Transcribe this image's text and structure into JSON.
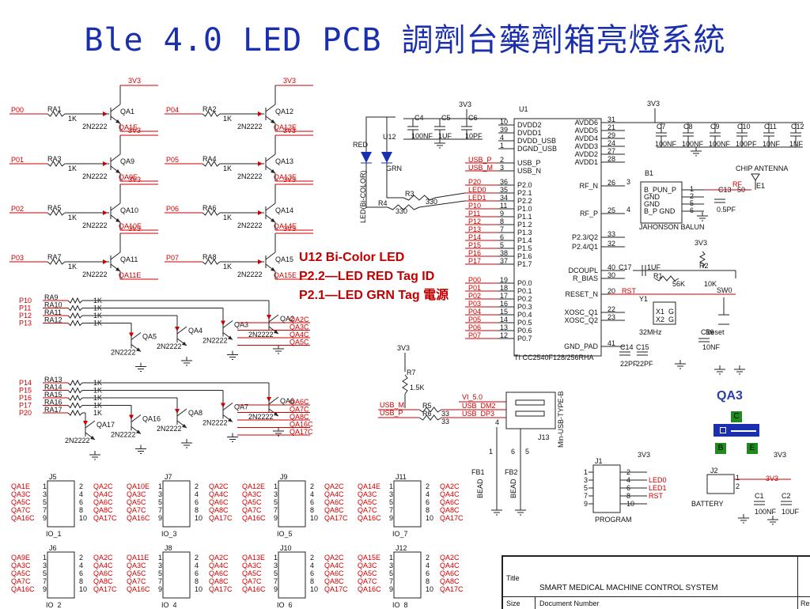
{
  "page": {
    "title": "Ble 4.0 LED PCB 調劑台藥劑箱亮燈系統"
  },
  "annotation": {
    "line1": "U12 Bi-Color LED",
    "line2": "P2.2—LED RED Tag  ID",
    "line3": "P2.1—LED GRN Tag 電源"
  },
  "qa3_inset": {
    "title": "QA3",
    "pin_c": "C",
    "pin_b": "B",
    "pin_e": "E"
  },
  "title_block": {
    "title_caption": "Title",
    "title_value": "SMART MEDICAL MACHINE CONTROL SYSTEM",
    "size_caption": "Size",
    "docnum_caption": "Document Number",
    "rev_caption": "Re"
  },
  "power_net": "3V3",
  "transistor_part": "2N2222",
  "resistor_value": "1K",
  "drivers": [
    {
      "port": "P00",
      "res": "RA1",
      "q": "QA1",
      "out": "QA1E"
    },
    {
      "port": "P04",
      "res": "RA2",
      "q": "QA12",
      "out": "QA12E"
    },
    {
      "port": "P01",
      "res": "RA3",
      "q": "QA9",
      "out": "QA9E"
    },
    {
      "port": "P05",
      "res": "RA4",
      "q": "QA13",
      "out": "QA13E"
    },
    {
      "port": "P02",
      "res": "RA5",
      "q": "QA10",
      "out": "QA10E"
    },
    {
      "port": "P06",
      "res": "RA6",
      "q": "QA14",
      "out": "QA14E"
    },
    {
      "port": "P03",
      "res": "RA7",
      "q": "QA11",
      "out": "QA11E"
    },
    {
      "port": "P07",
      "res": "RA8",
      "q": "QA15",
      "out": "QA15E"
    }
  ],
  "bank1": {
    "ports": [
      "P10",
      "P11",
      "P12",
      "P13"
    ],
    "res": [
      "RA9",
      "RA10",
      "RA11",
      "RA12"
    ],
    "q": [
      "QA2",
      "QA3",
      "QA4",
      "QA5"
    ],
    "outs": [
      "QA2C",
      "QA3C",
      "QA4C",
      "QA5C"
    ]
  },
  "bank2": {
    "ports": [
      "P14",
      "P15",
      "P16",
      "P17",
      "P20"
    ],
    "res": [
      "RA13",
      "RA14",
      "RA15",
      "RA16",
      "RA17"
    ],
    "q": [
      "QA6",
      "QA7",
      "QA8",
      "QA16",
      "QA17"
    ],
    "outs": [
      "QA6C",
      "QA7C",
      "QA8C",
      "QA16C",
      "QA17C"
    ]
  },
  "mcu": {
    "ref": "U1",
    "part": "TI CC2540F128/256RHA",
    "left_pins": [
      {
        "name": "DVDD2",
        "num": "10"
      },
      {
        "name": "DVDD1",
        "num": "39"
      },
      {
        "name": "DVDD_USB",
        "num": "4"
      },
      {
        "name": "DGND_USB",
        "num": "1"
      },
      {
        "name": "USB_P",
        "num": "2"
      },
      {
        "name": "USB_N",
        "num": "3"
      },
      {
        "name": "P2.0",
        "num": "36"
      },
      {
        "name": "P2.1",
        "num": "35"
      },
      {
        "name": "P2.2",
        "num": "34"
      },
      {
        "name": "P1.0",
        "num": "11"
      },
      {
        "name": "P1.1",
        "num": "9"
      },
      {
        "name": "P1.2",
        "num": "8"
      },
      {
        "name": "P1.3",
        "num": "7"
      },
      {
        "name": "P1.4",
        "num": "6"
      },
      {
        "name": "P1.5",
        "num": "5"
      },
      {
        "name": "P1.6",
        "num": "38"
      },
      {
        "name": "P1.7",
        "num": "37"
      },
      {
        "name": "P0.0",
        "num": "19"
      },
      {
        "name": "P0.1",
        "num": "18"
      },
      {
        "name": "P0.2",
        "num": "17"
      },
      {
        "name": "P0.3",
        "num": "16"
      },
      {
        "name": "P0.4",
        "num": "15"
      },
      {
        "name": "P0.5",
        "num": "14"
      },
      {
        "name": "P0.6",
        "num": "13"
      },
      {
        "name": "P0.7",
        "num": "12"
      }
    ],
    "left_nets": [
      "",
      "",
      "",
      "",
      "USB_P",
      "USB_M",
      "P20",
      "LED0",
      "LED1",
      "P10",
      "P11",
      "P12",
      "P13",
      "P14",
      "P15",
      "P16",
      "P17",
      "P00",
      "P01",
      "P02",
      "P03",
      "P04",
      "P05",
      "P06",
      "P07"
    ],
    "right_pins": [
      {
        "name": "AVDD6",
        "num": "31"
      },
      {
        "name": "AVDD5",
        "num": "21"
      },
      {
        "name": "AVDD4",
        "num": "29"
      },
      {
        "name": "AVDD3",
        "num": "24"
      },
      {
        "name": "AVDD2",
        "num": "27"
      },
      {
        "name": "AVDD1",
        "num": "28"
      },
      {
        "name": "RF_N",
        "num": "26"
      },
      {
        "name": "RF_P",
        "num": "25"
      },
      {
        "name": "P2.3/Q2",
        "num": "33"
      },
      {
        "name": "P2.4/Q1",
        "num": "32"
      },
      {
        "name": "DCOUPL",
        "num": "40"
      },
      {
        "name": "R_BIAS",
        "num": "30"
      },
      {
        "name": "RESET_N",
        "num": "20"
      },
      {
        "name": "XOSC_Q1",
        "num": "22"
      },
      {
        "name": "XOSC_Q2",
        "num": "23"
      },
      {
        "name": "GND_PAD",
        "num": "41"
      }
    ]
  },
  "caps_top_left": [
    {
      "ref": "C4",
      "val": "100NF"
    },
    {
      "ref": "C5",
      "val": "1UF"
    },
    {
      "ref": "C6",
      "val": "10PF"
    }
  ],
  "caps_top_right": [
    {
      "ref": "C7",
      "val": "100NF"
    },
    {
      "ref": "C8",
      "val": "100NF"
    },
    {
      "ref": "C9",
      "val": "100NF"
    },
    {
      "ref": "C10",
      "val": "100PF"
    },
    {
      "ref": "C11",
      "val": "10NF"
    },
    {
      "ref": "C12",
      "val": "1NF"
    }
  ],
  "led": {
    "ref": "U12",
    "label": "LED(Bi-COLOR)",
    "red": "RED",
    "grn": "GRN",
    "r3": "R3",
    "r3v": "330",
    "r4": "R4",
    "r4v": "330"
  },
  "balun": {
    "ref": "B1",
    "pins": [
      "B_PUN_P",
      "GND",
      "GND",
      "B_P GND"
    ],
    "nums": [
      "1",
      "2",
      "5",
      "6"
    ],
    "inner": [
      "3",
      "4"
    ],
    "part": "JAHONSON BALUN",
    "c13": "C13",
    "c13v": "0.5PF",
    "c13n": "50",
    "rf": "RF",
    "antenna_ref": "E1",
    "antenna": "CHIP ANTENNA"
  },
  "misc": {
    "c17": "C17",
    "c17v": "1UF",
    "r1": "R1",
    "r1v": "56K",
    "r2": "R2",
    "r2v": "10K",
    "rst": "RST",
    "sw": "SW0",
    "c16": "C16",
    "c16v": "10NF",
    "reset": "Reset",
    "y1": "Y1",
    "xtal": "32MHz",
    "x1": "X1",
    "x2": "X2",
    "g": "G",
    "c14": "C14",
    "c15": "C15",
    "c14v": "22PF",
    "c15v": "22PF"
  },
  "usb": {
    "r7": "R7",
    "r7v": "1.5K",
    "r5": "R5",
    "r6": "R6",
    "rv": "33",
    "usb_m": "USB_M",
    "usb_p": "USB_P",
    "vi": "VI_5.0",
    "dm": "USB_DM2",
    "dp": "USB_DP3",
    "conn": "Min-USB-TYPE-B",
    "j13": "J13",
    "fb1": "FB1",
    "fb2": "FB2",
    "bead": "BEAD",
    "p1": "1",
    "p4": "4",
    "p6": "6",
    "p5": "5"
  },
  "program": {
    "ref": "J1",
    "label": "PROGRAM",
    "left": [
      "1",
      "3",
      "5",
      "7",
      "9"
    ],
    "right": [
      "2",
      "4",
      "6",
      "8",
      "10"
    ],
    "nets": [
      "3V3",
      "LED0",
      "LED1",
      "RST"
    ]
  },
  "battery": {
    "ref": "J2",
    "label": "BATTERY",
    "c1": "C1",
    "c1v": "100NF",
    "c2": "C2",
    "c2v": "10UF",
    "p1": "1",
    "p2": "2"
  },
  "connectors": [
    {
      "ref": "J5",
      "name": "IO_1",
      "left": [
        "QA1E",
        "QA3C",
        "QA5C",
        "QA7C",
        "QA16C"
      ]
    },
    {
      "ref": "J7",
      "name": "IO_3",
      "left": [
        "QA10E",
        "QA3C",
        "QA5C",
        "QA7C",
        "QA16C"
      ]
    },
    {
      "ref": "J9",
      "name": "IO_5",
      "left": [
        "QA12E",
        "QA3C",
        "QA5C",
        "QA7C",
        "QA16C"
      ]
    },
    {
      "ref": "J11",
      "name": "IO_7",
      "left": [
        "QA14E",
        "QA3C",
        "QA5C",
        "QA7C",
        "QA16C"
      ]
    },
    {
      "ref": "J6",
      "name": "IO_2",
      "left": [
        "QA9E",
        "QA3C",
        "QA5C",
        "QA7C",
        "QA16C"
      ]
    },
    {
      "ref": "J8",
      "name": "IO_4",
      "left": [
        "QA11E",
        "QA3C",
        "QA5C",
        "QA7C",
        "QA16C"
      ]
    },
    {
      "ref": "J10",
      "name": "IO_6",
      "left": [
        "QA13E",
        "QA3C",
        "QA5C",
        "QA7C",
        "QA16C"
      ]
    },
    {
      "ref": "J12",
      "name": "IO_8",
      "left": [
        "QA15E",
        "QA3C",
        "QA5C",
        "QA7C",
        "QA16C"
      ]
    }
  ],
  "connector_right": [
    "QA2C",
    "QA4C",
    "QA6C",
    "QA8C",
    "QA17C"
  ],
  "connector_pins_left": [
    "1",
    "3",
    "5",
    "7",
    "9"
  ],
  "connector_pins_right": [
    "2",
    "4",
    "6",
    "8",
    "10"
  ]
}
